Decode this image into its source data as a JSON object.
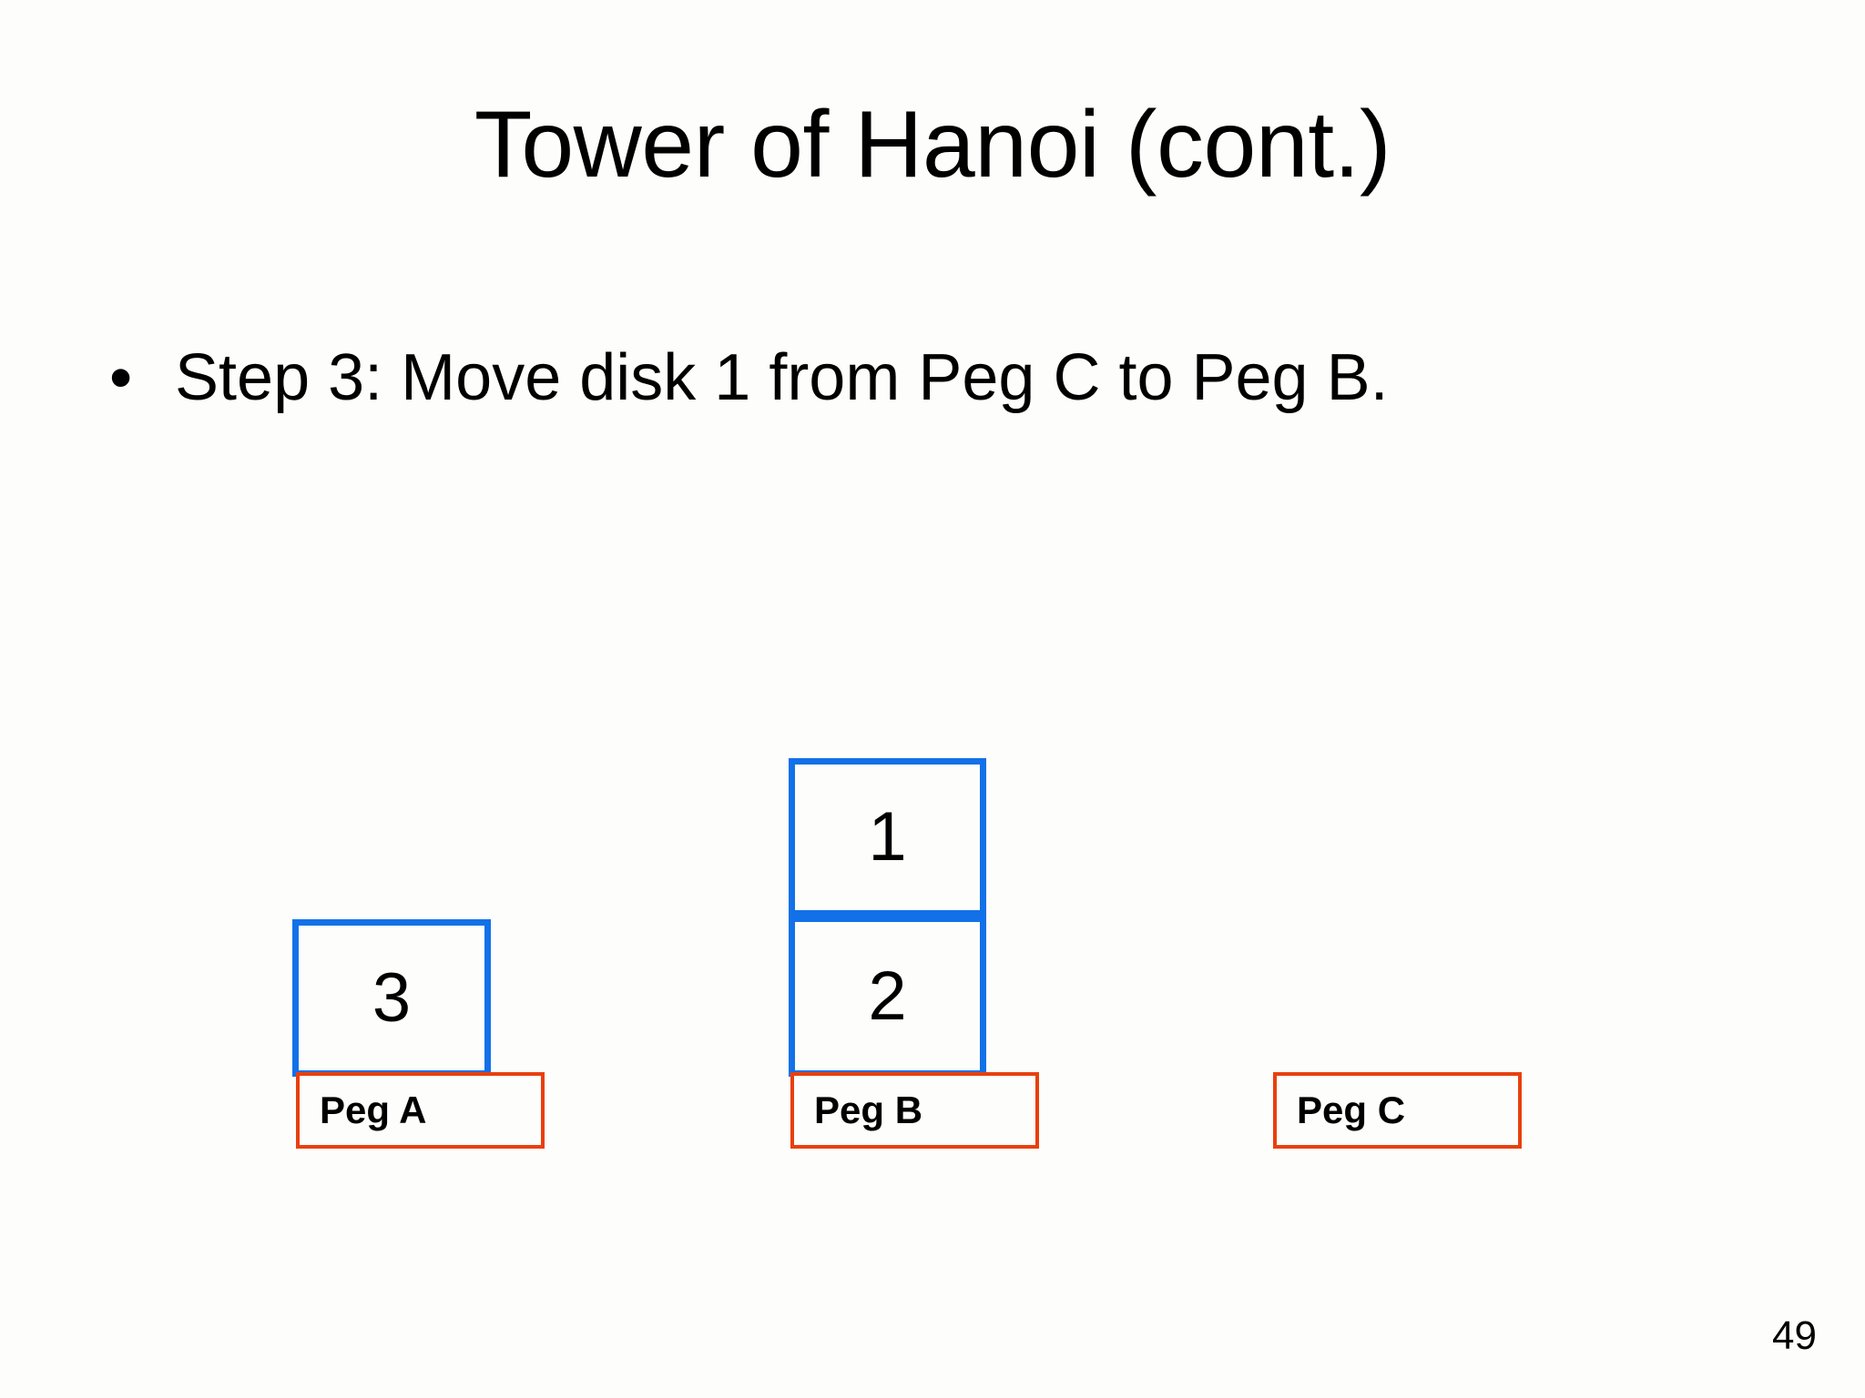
{
  "slide": {
    "title": "Tower of Hanoi (cont.)",
    "page_number": "49",
    "background_color": "#fdfdfb"
  },
  "body": {
    "bullet_marker": "•",
    "bullet_text": "Step 3: Move disk 1 from Peg C to Peg B."
  },
  "diagram": {
    "disk_border_color": "#1271e8",
    "peg_label_border_color": "#e8400d",
    "pegs": [
      {
        "label": "Peg A",
        "disks": [
          {
            "number": "3"
          }
        ]
      },
      {
        "label": "Peg B",
        "disks": [
          {
            "number": "1"
          },
          {
            "number": "2"
          }
        ]
      },
      {
        "label": "Peg C",
        "disks": []
      }
    ]
  }
}
